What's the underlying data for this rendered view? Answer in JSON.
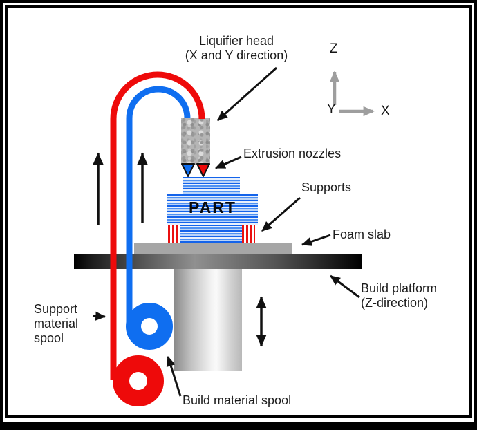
{
  "labels": {
    "liquifier_line1": "Liquifier head",
    "liquifier_line2": "(X and Y direction)",
    "extrusion_nozzles": "Extrusion nozzles",
    "supports": "Supports",
    "foam_slab": "Foam slab",
    "platform_line1": "Build platform",
    "platform_line2": "(Z-direction)",
    "support_spool_line1": "Support",
    "support_spool_line2": "material",
    "support_spool_line3": "spool",
    "build_spool": "Build material spool",
    "part": "PART"
  },
  "axes": {
    "z": "Z",
    "y": "Y",
    "x": "X"
  },
  "colors": {
    "build_material_blue": "#0f6ef0",
    "support_material_red": "#ee0a0a",
    "part_stripe_blue": "#1463ea",
    "axis_gray": "#9e9e9e",
    "foam_gray": "#a6a6a6",
    "frame_black": "#000000"
  }
}
